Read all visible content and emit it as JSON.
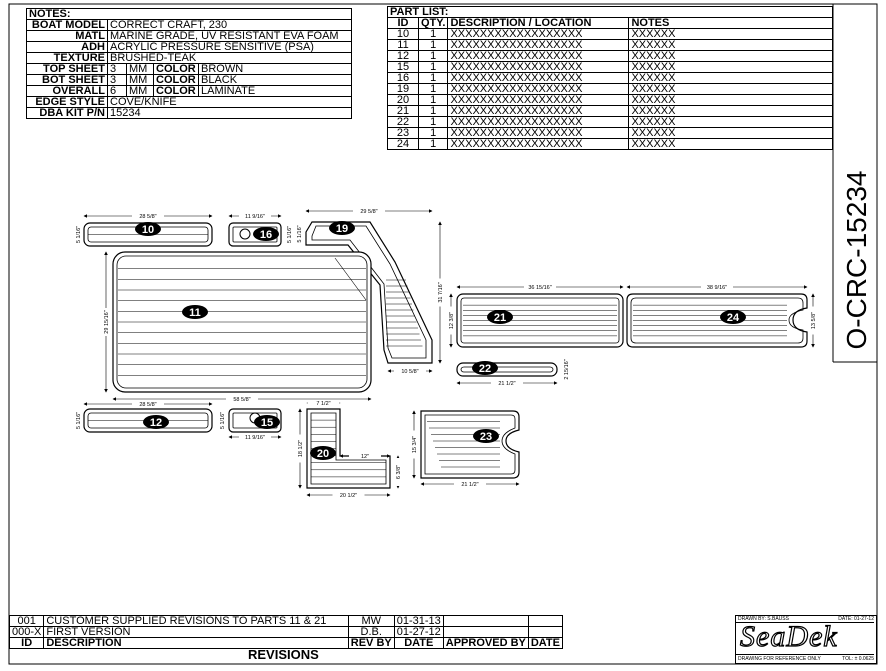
{
  "notes": {
    "title": "NOTES:",
    "rows": [
      {
        "label": "BOAT MODEL",
        "value": "CORRECT CRAFT, 230"
      },
      {
        "label": "MATL",
        "value": "MARINE GRADE, UV RESISTANT EVA FOAM"
      },
      {
        "label": "ADH",
        "value": "ACRYLIC PRESSURE SENSITIVE (PSA)"
      },
      {
        "label": "TEXTURE",
        "value": "BRUSHED-TEAK"
      },
      {
        "label": "TOP SHEET",
        "v1": "3",
        "v2": "MM",
        "v3": "COLOR",
        "v4": "BROWN"
      },
      {
        "label": "BOT SHEET",
        "v1": "3",
        "v2": "MM",
        "v3": "COLOR",
        "v4": "BLACK"
      },
      {
        "label": "OVERALL",
        "v1": "6",
        "v2": "MM",
        "v3": "COLOR",
        "v4": "LAMINATE"
      },
      {
        "label": "EDGE STYLE",
        "value": "COVE/KNIFE"
      },
      {
        "label": "DBA KIT P/N",
        "value": "15234"
      }
    ]
  },
  "part_list": {
    "title": "PART LIST:",
    "headers": [
      "ID",
      "QTY.",
      "DESCRIPTION / LOCATION",
      "NOTES"
    ],
    "rows": [
      [
        "10",
        "1",
        "XXXXXXXXXXXXXXXXXX",
        "XXXXXX"
      ],
      [
        "11",
        "1",
        "XXXXXXXXXXXXXXXXXX",
        "XXXXXX"
      ],
      [
        "12",
        "1",
        "XXXXXXXXXXXXXXXXXX",
        "XXXXXX"
      ],
      [
        "15",
        "1",
        "XXXXXXXXXXXXXXXXXX",
        "XXXXXX"
      ],
      [
        "16",
        "1",
        "XXXXXXXXXXXXXXXXXX",
        "XXXXXX"
      ],
      [
        "19",
        "1",
        "XXXXXXXXXXXXXXXXXX",
        "XXXXXX"
      ],
      [
        "20",
        "1",
        "XXXXXXXXXXXXXXXXXX",
        "XXXXXX"
      ],
      [
        "21",
        "1",
        "XXXXXXXXXXXXXXXXXX",
        "XXXXXX"
      ],
      [
        "22",
        "1",
        "XXXXXXXXXXXXXXXXXX",
        "XXXXXX"
      ],
      [
        "23",
        "1",
        "XXXXXXXXXXXXXXXXXX",
        "XXXXXX"
      ],
      [
        "24",
        "1",
        "XXXXXXXXXXXXXXXXXX",
        "XXXXXX"
      ]
    ]
  },
  "drawing_number": "O-CRC-15234",
  "parts": [
    {
      "id": "10",
      "dims": [
        "28 5/8\"",
        "5 1/16\""
      ]
    },
    {
      "id": "16",
      "dims": [
        "11 9/16\"",
        "5 1/16\""
      ]
    },
    {
      "id": "19",
      "dims": [
        "29 5/8\"",
        "5 1/16\"",
        "31 7/16\"",
        "10 5/8\""
      ]
    },
    {
      "id": "11",
      "dims": [
        "29 15/16\"",
        "58 5/8\""
      ]
    },
    {
      "id": "21",
      "dims": [
        "36 15/16\"",
        "12 3/8\"",
        "36 15/16\""
      ]
    },
    {
      "id": "24",
      "dims": [
        "38 9/16\"",
        "13 5/8\""
      ]
    },
    {
      "id": "22",
      "dims": [
        "21 1/2\"",
        "2 15/16\""
      ]
    },
    {
      "id": "12",
      "dims": [
        "28 5/8\"",
        "5 1/16\""
      ]
    },
    {
      "id": "15",
      "dims": [
        "11 9/16\"",
        "5 1/16\""
      ]
    },
    {
      "id": "20",
      "dims": [
        "7 1/2\"",
        "18 1/2\"",
        "12\"",
        "6 3/8\"",
        "20 1/2\""
      ]
    },
    {
      "id": "23",
      "dims": [
        "15 3/4\"",
        "21 1/2\""
      ]
    }
  ],
  "revisions": {
    "title": "REVISIONS",
    "headers": [
      "ID",
      "DESCRIPTION",
      "REV BY",
      "DATE",
      "APPROVED BY",
      "DATE"
    ],
    "rows": [
      {
        "id": "001",
        "description": "CUSTOMER SUPPLIED REVISIONS TO PARTS 11 & 21",
        "rev_by": "MW",
        "date": "01-31-13",
        "approved_by": "",
        "date2": ""
      },
      {
        "id": "000-X",
        "description": "FIRST VERSION",
        "rev_by": "D.B.",
        "date": "01-27-12",
        "approved_by": "",
        "date2": ""
      }
    ]
  },
  "title_block": {
    "drawn_by": "DRAWN BY: S.BAUSS",
    "date": "DATE: 01-27-12",
    "logo": "SeaDek",
    "ref_note": "DRAWING FOR REFERENCE ONLY",
    "tolerance": "TOL: ± 0.0625"
  }
}
